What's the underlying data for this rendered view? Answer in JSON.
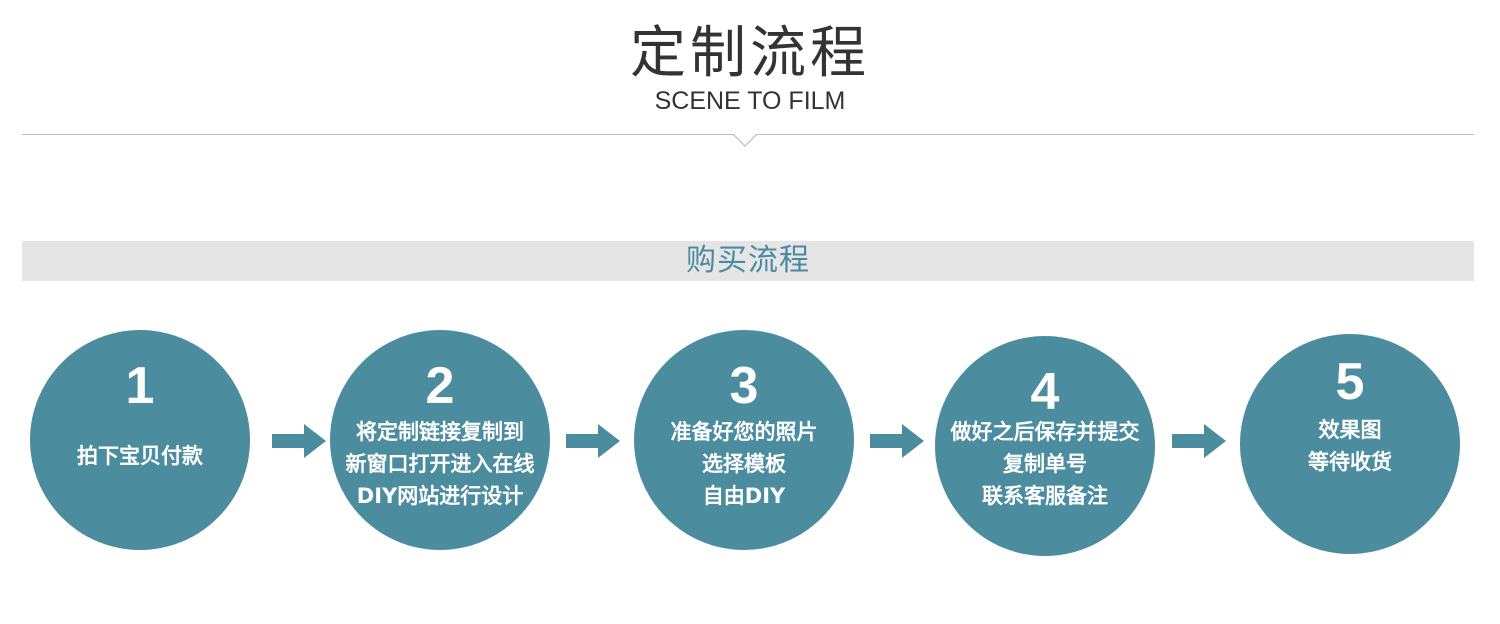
{
  "header": {
    "title": "定制流程",
    "subtitle": "SCENE TO FILM"
  },
  "section": {
    "label": "购买流程"
  },
  "colors": {
    "circle": "#4c8c9f",
    "band": "#e5e5e5",
    "band_text": "#4a8b9f",
    "arrow": "#4c8c9f"
  },
  "steps": [
    {
      "number": "1",
      "lines": [
        "拍下宝贝付款"
      ]
    },
    {
      "number": "2",
      "lines": [
        "将定制链接复制到",
        "新窗口打开进入在线",
        "DIY网站进行设计"
      ]
    },
    {
      "number": "3",
      "lines": [
        "准备好您的照片",
        "选择模板",
        "自由DIY"
      ]
    },
    {
      "number": "4",
      "lines": [
        "做好之后保存并提交",
        "复制单号",
        "联系客服备注"
      ]
    },
    {
      "number": "5",
      "lines": [
        "效果图",
        "等待收货"
      ]
    }
  ]
}
